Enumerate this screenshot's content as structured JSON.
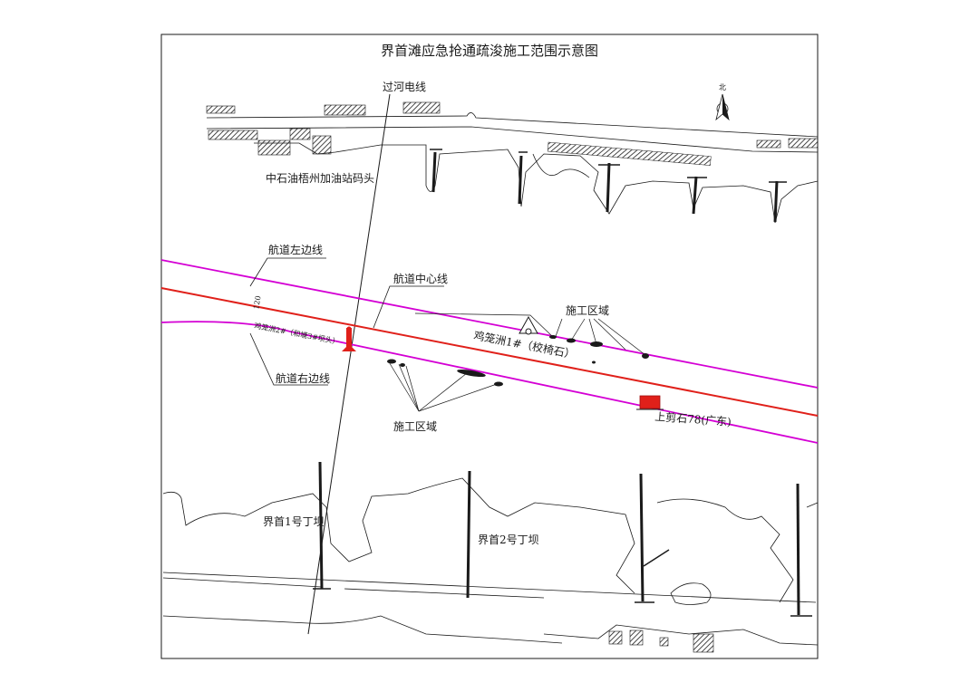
{
  "title": "界首滩应急抢通疏浚施工范围示意图",
  "labels": {
    "power_line": "过河电线",
    "north": "北",
    "oil_station": "中石油梧州加油站码头",
    "left_edge": "航道左边线",
    "center_line": "航道中心线",
    "right_edge": "航道右边线",
    "scale_mark": "120",
    "jilong2": "鸡笼洲2#（和塘3#坝头）",
    "jilong1": "鸡笼洲1#（校椅石）",
    "work_area_upper": "施工区域",
    "work_area_lower": "施工区域",
    "shangjianshi": "上剪石78(广东)",
    "groin1": "界首1号丁坝",
    "groin2": "界首2号丁坝"
  },
  "colors": {
    "channel_edge": "#d400d4",
    "center_line": "#e0201a",
    "marker": "#e0201a",
    "ink": "#1a1a1a"
  }
}
